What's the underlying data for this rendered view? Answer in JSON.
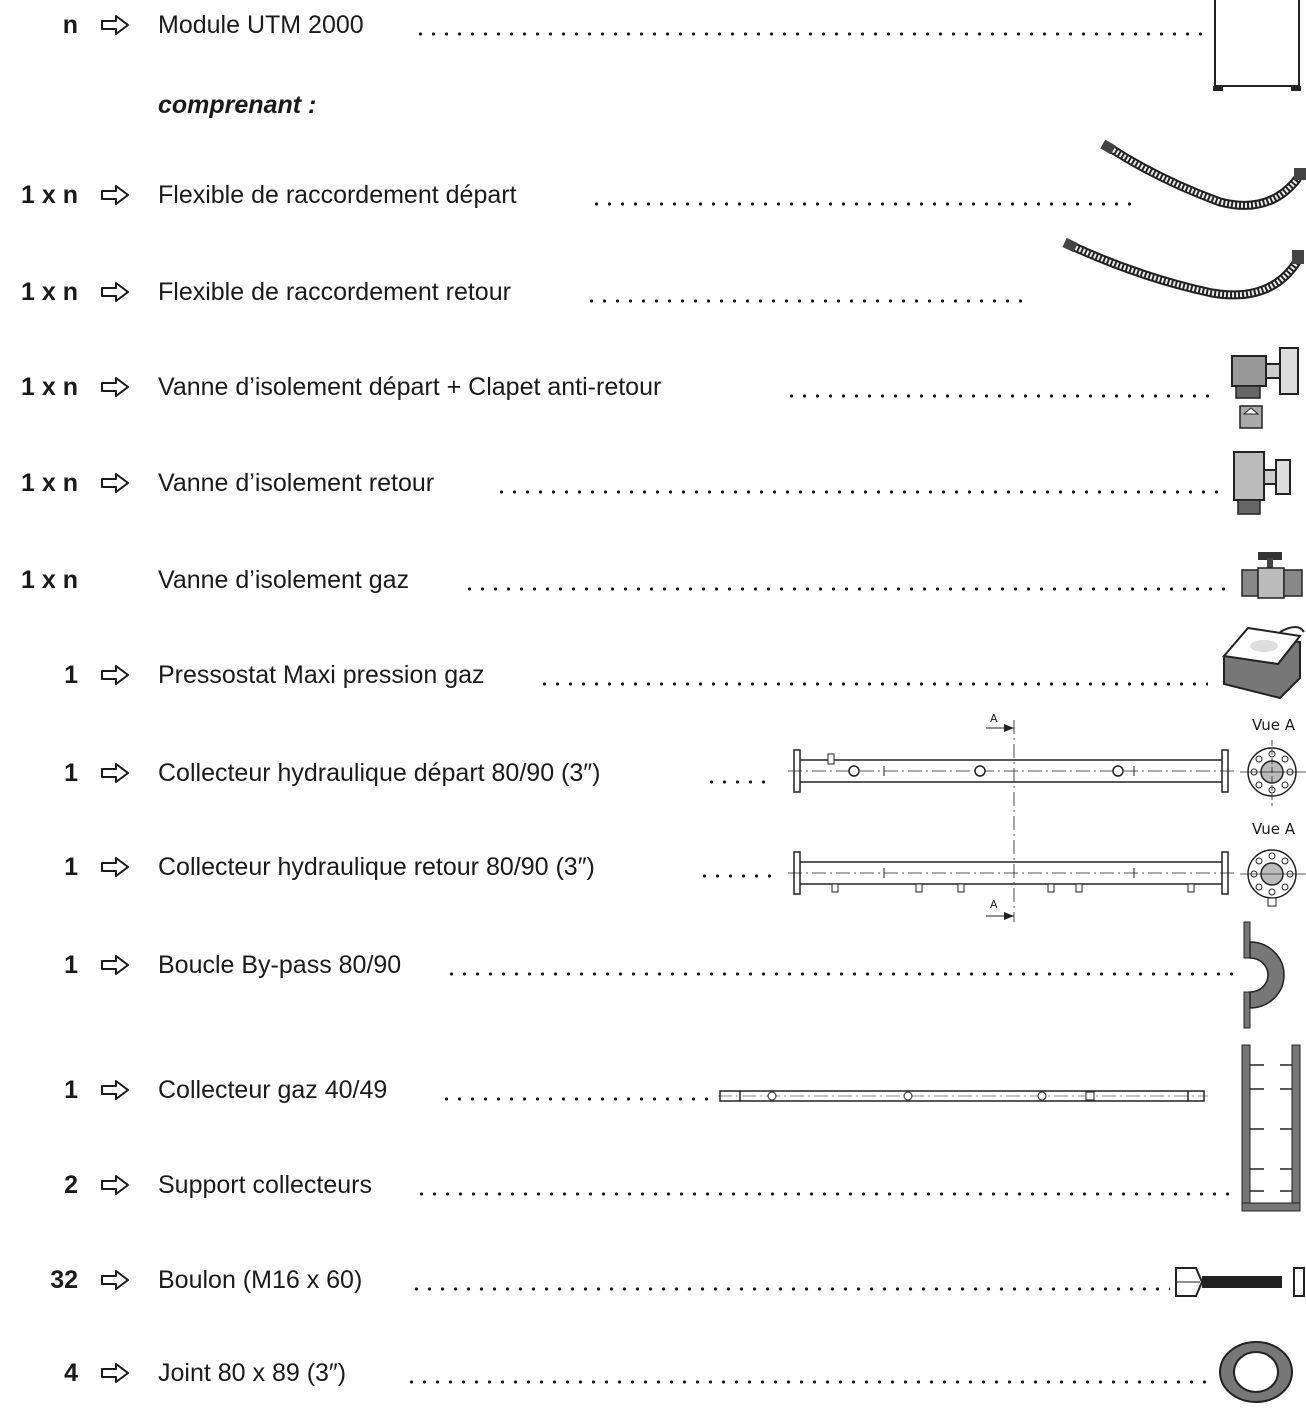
{
  "subheading": "comprenant :",
  "rows": [
    {
      "qty": "n",
      "label": "Module UTM 2000",
      "icon": "module-cabinet-icon"
    },
    {
      "qty": "1 x n",
      "label": "Flexible de raccordement départ",
      "icon": "flexible-hose-icon"
    },
    {
      "qty": "1 x n",
      "label": "Flexible de raccordement retour",
      "icon": "flexible-hose-icon"
    },
    {
      "qty": "1 x n",
      "label": "Vanne d’isolement départ + Clapet anti-retour",
      "icon": "valve-check-valve-icon"
    },
    {
      "qty": "1 x n",
      "label": "Vanne d’isolement retour",
      "icon": "valve-icon"
    },
    {
      "qty": "1 x n",
      "label": "Vanne d’isolement gaz",
      "icon": "gas-valve-icon"
    },
    {
      "qty": "1",
      "label": "Pressostat Maxi pression gaz",
      "icon": "pressure-switch-icon"
    },
    {
      "qty": "1",
      "label": "Collecteur hydraulique départ 80/90 (3″)",
      "icon": "manifold-icon"
    },
    {
      "qty": "1",
      "label": "Collecteur hydraulique retour 80/90 (3″)",
      "icon": "manifold-icon"
    },
    {
      "qty": "1",
      "label": "Boucle By-pass 80/90",
      "icon": "bypass-loop-icon"
    },
    {
      "qty": "1",
      "label": "Collecteur gaz 40/49",
      "icon": "gas-manifold-icon"
    },
    {
      "qty": "2",
      "label": "Support collecteurs",
      "icon": "support-frame-icon"
    },
    {
      "qty": "32",
      "label": "Boulon (M16 x 60)",
      "icon": "bolt-icon"
    },
    {
      "qty": "4",
      "label": "Joint 80 x 89 (3″)",
      "icon": "gasket-icon"
    }
  ],
  "drawing_labels": {
    "section_marker": "A",
    "view_label": "Vue A"
  }
}
